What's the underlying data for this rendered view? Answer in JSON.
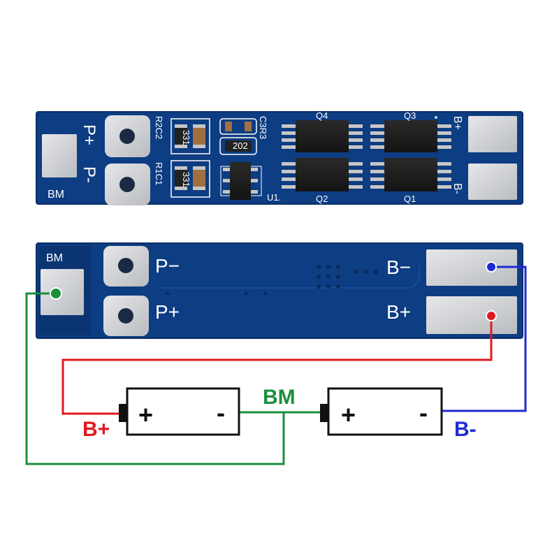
{
  "top_board": {
    "label_p_plus": "P+",
    "label_p_minus": "P-",
    "label_bm": "BM",
    "label_b_plus": "B+",
    "label_b_minus": "B-",
    "label_r2c2": "R2C2",
    "label_r1c1": "R1C1",
    "label_c3r3": "C3R3",
    "label_u1": "U1.",
    "label_q1": "Q1",
    "label_q2": "Q2",
    "label_q3": "Q3",
    "label_q4": "Q4",
    "marking_331a": "331",
    "marking_331b": "331",
    "marking_202": "202"
  },
  "bottom_board": {
    "label_bm": "BM",
    "label_p_minus": "P−",
    "label_p_plus": "P+",
    "label_b_minus": "B−",
    "label_b_plus": "B+"
  },
  "wiring": {
    "label_b_plus": "B+",
    "label_b_minus": "B-",
    "label_bm": "BM",
    "battery1_plus": "+",
    "battery1_minus": "-",
    "battery2_plus": "+",
    "battery2_minus": "-",
    "colors": {
      "positive": "#e0191f",
      "negative": "#1f2ad6",
      "balance": "#1b8f3a"
    }
  },
  "colors": {
    "pcb": "#0d3d82",
    "pcb_edge": "#0a2f66",
    "pad": "#d4d6d8"
  }
}
